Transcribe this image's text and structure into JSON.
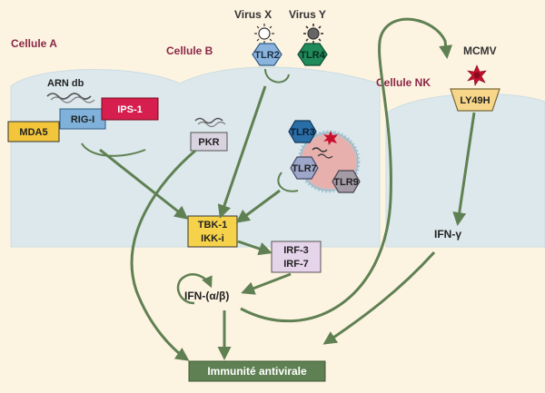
{
  "cells": {
    "a": "Cellule A",
    "b": "Cellule B",
    "nk": "Cellule NK"
  },
  "viruses": {
    "x": "Virus X",
    "y": "Virus Y",
    "mcmv": "MCMV"
  },
  "molecules": {
    "arn_db": "ARN db",
    "mda5": "MDA5",
    "rig1": "RIG-I",
    "ips1": "IPS-1",
    "pkr": "PKR",
    "tlr2": "TLR2",
    "tlr4": "TLR4",
    "tlr3": "TLR3",
    "tlr7": "TLR7",
    "tlr9": "TLR9",
    "ly49h": "LY49H",
    "tbk1": "TBK-1",
    "ikki": "IKK-i",
    "irf3": "IRF-3",
    "irf7": "IRF-7",
    "ifn_ab": "IFN-(α/β)",
    "ifn_g": "IFN-γ",
    "immunite": "Immunité antivirale"
  },
  "colors": {
    "background": "#fdf3e1",
    "cell_fill": "#dce8ec",
    "cell_label": "#8a2846",
    "arrow": "#5f8052",
    "mda5": "#f2c53a",
    "rig1": "#7fb1da",
    "ips1": "#d61f4e",
    "pkr": "#d9d3e0",
    "tlr2": "#8ab4de",
    "tlr4": "#1f8a5a",
    "tlr3": "#2a6ea8",
    "tlr7": "#9da7c9",
    "tlr9": "#a39ba6",
    "endosome": "#e7b0ad",
    "tbk": "#f6d24a",
    "irf": "#e6d4ea",
    "ly49h": "#f7d68a",
    "immunite_box": "#5f8052",
    "virus_red": "#c8102e"
  }
}
